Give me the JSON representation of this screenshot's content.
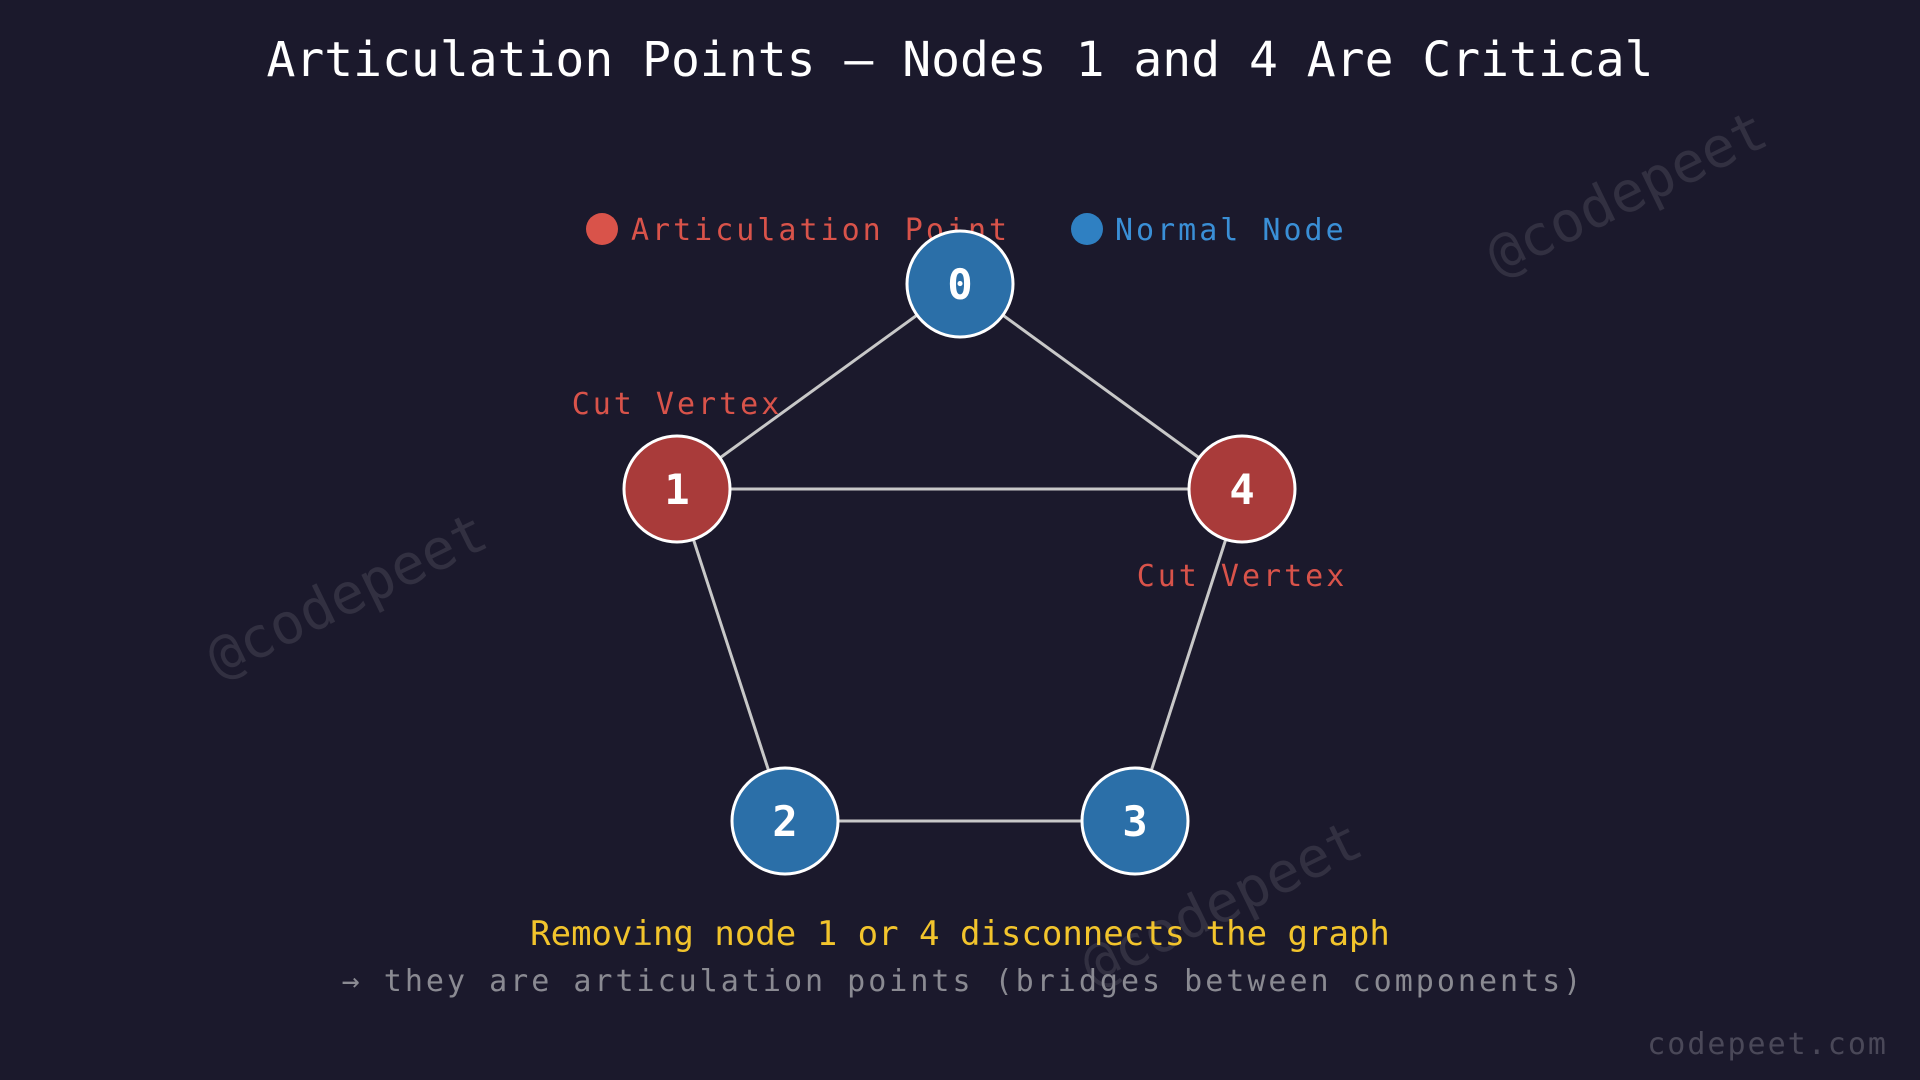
{
  "title": "Articulation Points — Nodes 1 and 4 Are Critical",
  "legend": {
    "articulation_label": "Articulation Point",
    "normal_label": "Normal Node"
  },
  "colors": {
    "background": "#1b192c",
    "articulation": "#a93b3a",
    "articulation_text": "#d9534a",
    "normal": "#2b6fa8",
    "normal_legend_dot": "#2f80c2",
    "normal_text": "#3a8fd6",
    "edge": "#c8c8c8",
    "caption": "#f2c42c",
    "subcaption": "#8a8a92",
    "footer": "#4a4858"
  },
  "nodes": [
    {
      "id": "0",
      "label": "0",
      "type": "normal"
    },
    {
      "id": "1",
      "label": "1",
      "type": "articulation",
      "annotation": "Cut Vertex"
    },
    {
      "id": "2",
      "label": "2",
      "type": "normal"
    },
    {
      "id": "3",
      "label": "3",
      "type": "normal"
    },
    {
      "id": "4",
      "label": "4",
      "type": "articulation",
      "annotation": "Cut Vertex"
    }
  ],
  "edges": [
    [
      "0",
      "1"
    ],
    [
      "0",
      "4"
    ],
    [
      "1",
      "4"
    ],
    [
      "1",
      "2"
    ],
    [
      "2",
      "3"
    ],
    [
      "3",
      "4"
    ]
  ],
  "caption": "Removing node 1 or 4 disconnects the graph",
  "subcaption": "→ they are articulation points (bridges between components)",
  "watermark": "@codepeet",
  "footer": "codepeet.com"
}
